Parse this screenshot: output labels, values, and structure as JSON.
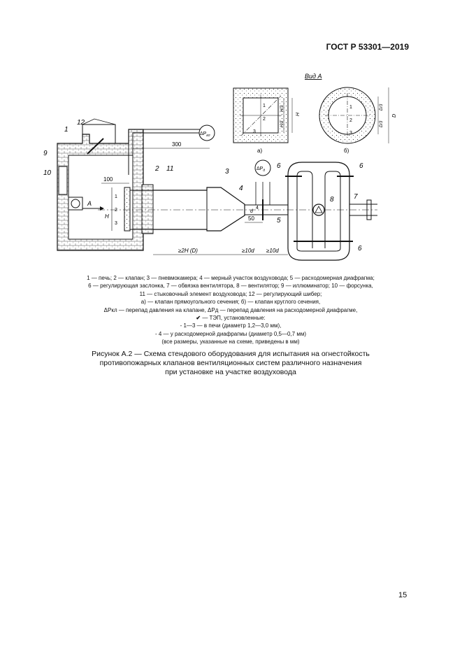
{
  "header": {
    "standard": "ГОСТ Р 53301—2019"
  },
  "figure": {
    "view_title": "Вид А",
    "subfig_a": "а)",
    "subfig_b": "б)",
    "callouts": [
      "1",
      "12",
      "9",
      "10",
      "2",
      "11",
      "3",
      "4",
      "5",
      "6",
      "6",
      "7",
      "8",
      "6"
    ],
    "dim_300": "300",
    "dim_100": "100",
    "dim_50": "50",
    "dim_2H": "≥2H (D)",
    "dim_10d_a": "≥10d",
    "dim_10d_b": "≥10d",
    "dp_kl": "ΔP",
    "dp_kl_sub": "кл",
    "dp_d": "ΔP",
    "dp_d_sub": "д",
    "arrow_A": "A",
    "label_H": "H",
    "label_d": "d",
    "tc_labels": [
      "1",
      "2",
      "3",
      "4"
    ],
    "view_a_labels": {
      "H": "H",
      "H3a": "H/3",
      "H3b": "H/3",
      "n1": "1",
      "n2": "2",
      "n3": "3"
    },
    "view_b_labels": {
      "D": "D",
      "D3a": "D/3",
      "D3b": "D/3",
      "n1": "1",
      "n2": "2",
      "n3": "3"
    }
  },
  "legend": [
    "1 — печь; 2 — клапан; 3 — пневмокамера; 4 — мерный участок воздуховода; 5 — расходомерная диафрагма;",
    "6 — регулирующая заслонка, 7 — обвязка вентилятора, 8 — вентилятор; 9 — иллюминатор; 10 — форсунка,",
    "11 — стыковочный элемент воздуховода; 12 — регулирующий шибер;",
    "а) — клапан прямоугольного сечения; б) — клапан круглого сечения,",
    "ΔPкл — перепад давления на клапане, ΔPд — перепад давления на расходомерной диафрагме,",
    "— ТЭП, установленные:",
    "- 1—3 — в печи (диаметр 1,2—3,0 мм),",
    "- 4 — у расходомерной диафрагмы (диаметр 0,5—0,7 мм)",
    "(все размеры, указанные на схеме, приведены в мм)"
  ],
  "caption": [
    "Рисунок А.2 — Схема стендового оборудования для испытания на огнестойкость",
    "противопожарных клапанов вентиляционных систем различного назначения",
    "при установке на участке воздуховода"
  ],
  "page_number": "15"
}
